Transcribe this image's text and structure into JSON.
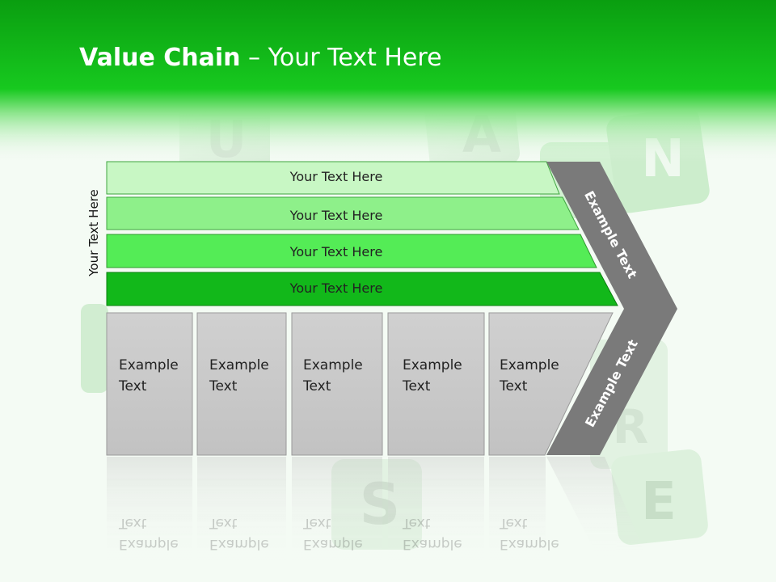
{
  "slide": {
    "title_bold": "Value Chain",
    "title_rest": " – Your Text Here",
    "vertical_label": "Your Text Here"
  },
  "bars": [
    {
      "label": "Your Text Here",
      "color": "#c8f7c4"
    },
    {
      "label": "Your Text Here",
      "color": "#8ef08a"
    },
    {
      "label": "Your Text Here",
      "color": "#54ec56"
    },
    {
      "label": "Your Text Here",
      "color": "#12b81a"
    }
  ],
  "boxes": [
    {
      "line1": "Example",
      "line2": "Text"
    },
    {
      "line1": "Example",
      "line2": "Text"
    },
    {
      "line1": "Example",
      "line2": "Text"
    },
    {
      "line1": "Example",
      "line2": "Text"
    },
    {
      "line1": "Example",
      "line2": "Text"
    }
  ],
  "chevron": {
    "upper_label": "Example Text",
    "lower_label": "Example Text",
    "color": "#7a7a7a"
  },
  "colors": {
    "header_green": "#0fbf17",
    "box_gray": "#c8c8c8"
  }
}
